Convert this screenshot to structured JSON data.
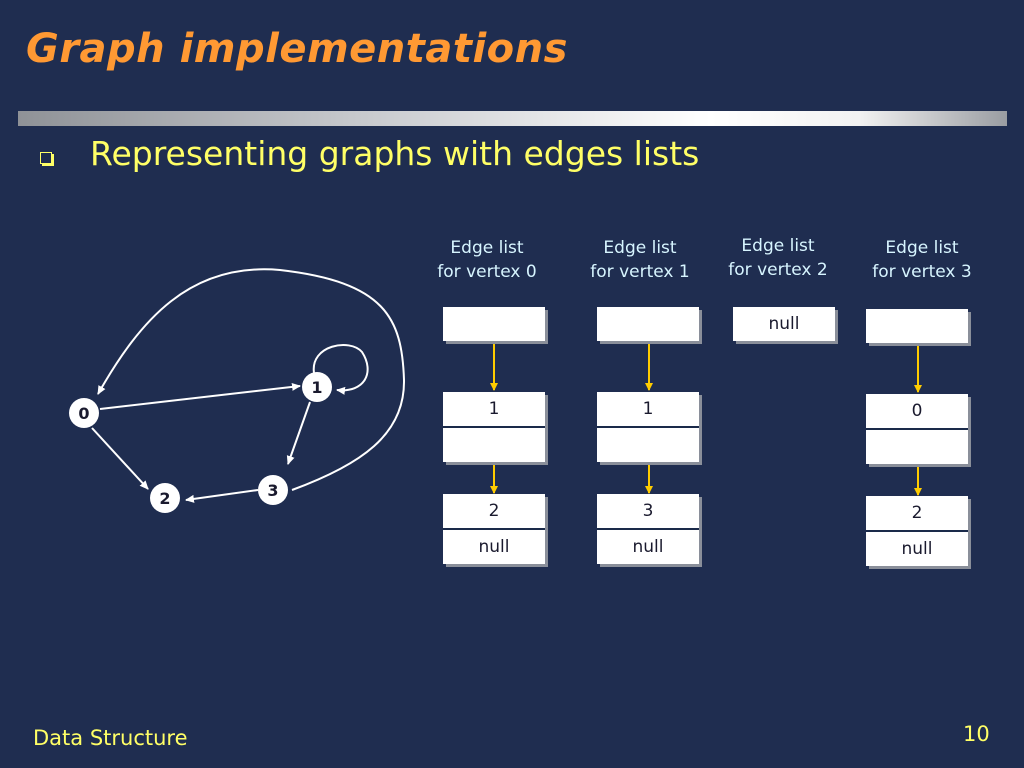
{
  "title": "Graph implementations",
  "bullet": "Representing graphs with edges lists",
  "graph": {
    "nodes": [
      "0",
      "1",
      "2",
      "3"
    ],
    "edges": [
      [
        "0",
        "1"
      ],
      [
        "0",
        "2"
      ],
      [
        "1",
        "1"
      ],
      [
        "1",
        "3"
      ],
      [
        "3",
        "2"
      ],
      [
        "3",
        "0"
      ]
    ]
  },
  "lists": [
    {
      "head1": "Edge list",
      "head2": "for vertex 0",
      "header_cell": "",
      "entries": [
        {
          "v": "1",
          "next": ""
        },
        {
          "v": "2",
          "next": "null"
        }
      ]
    },
    {
      "head1": "Edge list",
      "head2": "for vertex 1",
      "header_cell": "",
      "entries": [
        {
          "v": "1",
          "next": ""
        },
        {
          "v": "3",
          "next": "null"
        }
      ]
    },
    {
      "head1": "Edge list",
      "head2": "for vertex 2",
      "header_cell": "null",
      "entries": []
    },
    {
      "head1": "Edge list",
      "head2": "for vertex 3",
      "header_cell": "",
      "entries": [
        {
          "v": "0",
          "next": ""
        },
        {
          "v": "2",
          "next": "null"
        }
      ]
    }
  ],
  "footer": {
    "left": "Data Structure",
    "page": "10"
  },
  "colors": {
    "background": "#1f2d50",
    "title": "#ff9933",
    "text": "#ffff66",
    "arrow": "#ffcc00",
    "heading": "#d7f5ff"
  }
}
